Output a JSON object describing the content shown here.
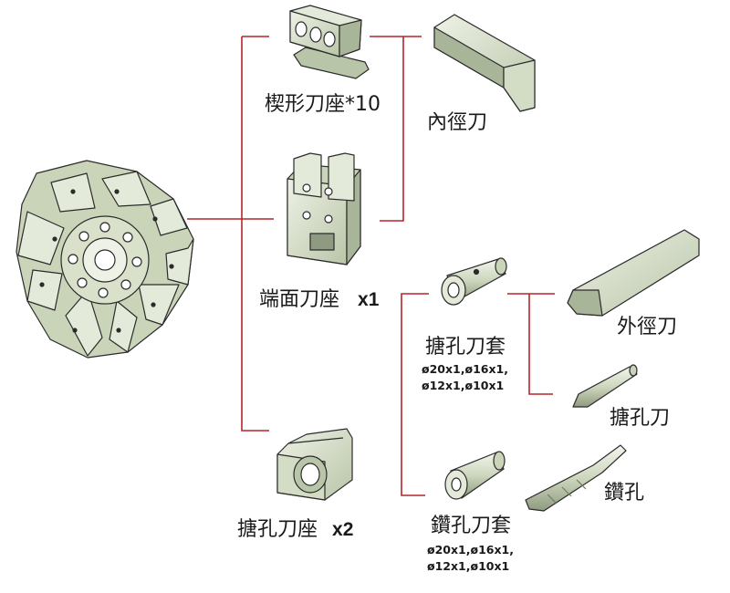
{
  "colors": {
    "connector": "#b3262b",
    "metal_light": "#e4ead9",
    "metal_mid": "#c9d4b9",
    "metal_dark": "#98a488",
    "outline": "#2b2b2b"
  },
  "parts": {
    "wedge_holder": {
      "name": "楔形刀座",
      "qty": "*10",
      "icon": "wedge-tool-holder"
    },
    "boring_bar_inner": {
      "name": "內徑刀",
      "icon": "inner-diameter-tool"
    },
    "face_holder": {
      "name": "端面刀座",
      "qty": "x1",
      "icon": "face-tool-holder"
    },
    "boring_sleeve": {
      "name": "搪孔刀套",
      "sizes_line1": "ø20x1,ø16x1,",
      "sizes_line2": "ø12x1,ø10x1",
      "icon": "boring-sleeve"
    },
    "outer_tool": {
      "name": "外徑刀",
      "icon": "outer-diameter-tool"
    },
    "boring_tool": {
      "name": "搪孔刀",
      "icon": "boring-bar"
    },
    "boring_holder": {
      "name": "搪孔刀座",
      "qty": "x2",
      "icon": "boring-tool-holder"
    },
    "drill_sleeve": {
      "name": "鑽孔刀套",
      "sizes_line1": "ø20x1,ø16x1,",
      "sizes_line2": "ø12x1,ø10x1",
      "icon": "drill-sleeve"
    },
    "drill": {
      "name": "鑽孔",
      "icon": "drill-bit"
    },
    "turret": {
      "icon": "turret-disc"
    }
  }
}
